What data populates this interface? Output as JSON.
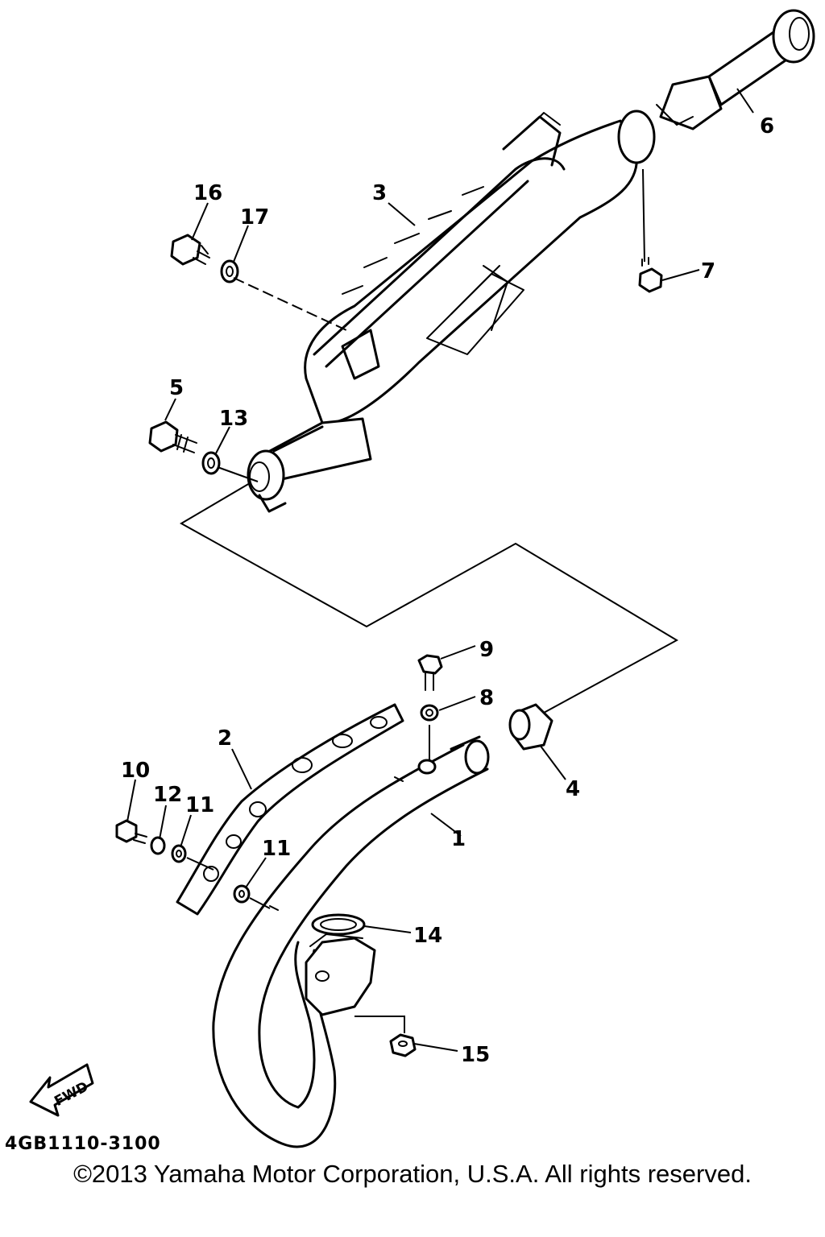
{
  "callouts": {
    "p1": "1",
    "p2": "2",
    "p3": "3",
    "p4": "4",
    "p5": "5",
    "p6": "6",
    "p7": "7",
    "p8": "8",
    "p9": "9",
    "p10": "10",
    "p11a": "11",
    "p11b": "11",
    "p12": "12",
    "p13": "13",
    "p14": "14",
    "p15": "15",
    "p16": "16",
    "p17": "17"
  },
  "fwd_label": "FWD",
  "drawing_code": "4GB1110-3100",
  "copyright": "©2013 Yamaha Motor Corporation, U.S.A. All rights reserved."
}
